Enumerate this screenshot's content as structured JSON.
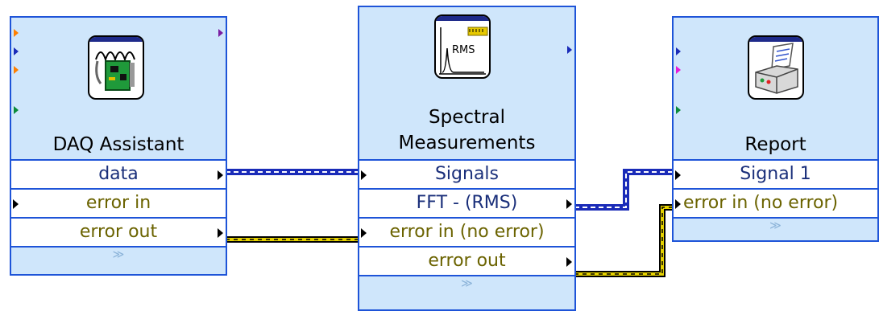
{
  "nodes": {
    "daq": {
      "title": "DAQ Assistant",
      "icon": "daq-card-icon",
      "terminals": [
        {
          "label": "data",
          "kind": "output"
        },
        {
          "label": "error in",
          "kind": "input"
        },
        {
          "label": "error out",
          "kind": "output"
        }
      ]
    },
    "spectral": {
      "title_line1": "Spectral",
      "title_line2": "Measurements",
      "icon": "rms-spectrum-icon",
      "icon_label": "RMS",
      "terminals": [
        {
          "label": "Signals",
          "kind": "input"
        },
        {
          "label": "FFT - (RMS)",
          "kind": "output"
        },
        {
          "label": "error in (no error)",
          "kind": "input"
        },
        {
          "label": "error out",
          "kind": "output"
        }
      ]
    },
    "report": {
      "title": "Report",
      "icon": "printer-icon",
      "terminals": [
        {
          "label": "Signal 1",
          "kind": "input"
        },
        {
          "label": "error in (no error)",
          "kind": "input"
        }
      ]
    }
  },
  "colors": {
    "node_border": "#1e54d8",
    "node_fill": "#cfe6fb",
    "dynamic_data_wire": "#1a2bb8",
    "error_cluster_wire": "#d8c400"
  },
  "expander_glyph": "≫"
}
